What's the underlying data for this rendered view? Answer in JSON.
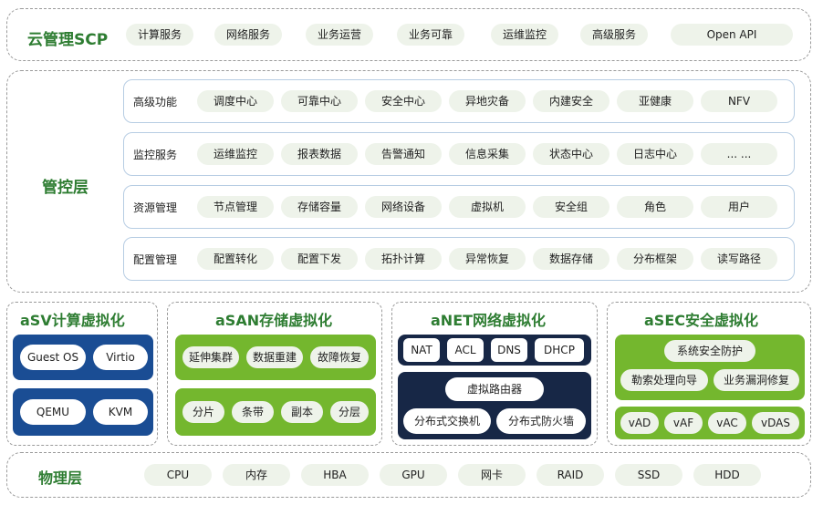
{
  "scp": {
    "title": "云管理SCP",
    "items": [
      "计算服务",
      "网络服务",
      "业务运营",
      "业务可靠",
      "运维监控",
      "高级服务",
      "Open API"
    ]
  },
  "mgmt": {
    "title": "管控层",
    "rows": [
      {
        "label": "高级功能",
        "items": [
          "调度中心",
          "可靠中心",
          "安全中心",
          "异地灾备",
          "内建安全",
          "亚健康",
          "NFV"
        ]
      },
      {
        "label": "监控服务",
        "items": [
          "运维监控",
          "报表数据",
          "告警通知",
          "信息采集",
          "状态中心",
          "日志中心",
          "... ..."
        ]
      },
      {
        "label": "资源管理",
        "items": [
          "节点管理",
          "存储容量",
          "网络设备",
          "虚拟机",
          "安全组",
          "角色",
          "用户"
        ]
      },
      {
        "label": "配置管理",
        "items": [
          "配置转化",
          "配置下发",
          "拓扑计算",
          "异常恢复",
          "数据存储",
          "分布框架",
          "读写路径"
        ]
      }
    ]
  },
  "asv": {
    "title": "aSV计算虚拟化",
    "items": [
      "Guest OS",
      "Virtio",
      "QEMU",
      "KVM"
    ]
  },
  "asan": {
    "title": "aSAN存储虚拟化",
    "items": [
      "延伸集群",
      "数据重建",
      "故障恢复",
      "分片",
      "条带",
      "副本",
      "分层"
    ]
  },
  "anet": {
    "title": "aNET网络虚拟化",
    "items": [
      "NAT",
      "ACL",
      "DNS",
      "DHCP",
      "虚拟路由器",
      "分布式交换机",
      "分布式防火墙"
    ]
  },
  "asec": {
    "title": "aSEC安全虚拟化",
    "items": [
      "系统安全防护",
      "勒索处理向导",
      "业务漏洞修复",
      "vAD",
      "vAF",
      "vAC",
      "vDAS"
    ]
  },
  "phys": {
    "title": "物理层",
    "items": [
      "CPU",
      "内存",
      "HBA",
      "GPU",
      "网卡",
      "RAID",
      "SSD",
      "HDD"
    ]
  }
}
